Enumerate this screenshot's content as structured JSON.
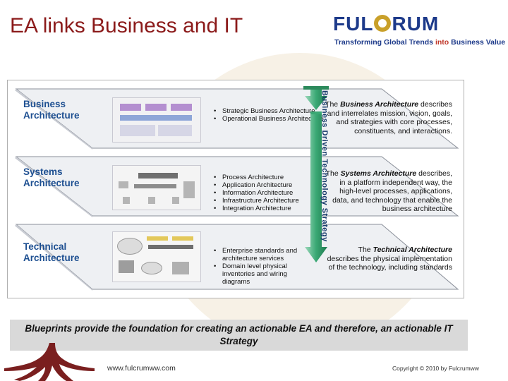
{
  "title": "EA links Business and IT",
  "logo": {
    "word_left": "FUL",
    "word_right": "RUM",
    "tagline_main": "Transforming Global Trends",
    "tagline_accent": " into ",
    "tagline_end": "Business Value"
  },
  "layers": [
    {
      "label_line1": "Business",
      "label_line2": "Architecture",
      "bullets": [
        "Strategic Business Architecture",
        "Operational Business Architecture"
      ],
      "desc_pre": "The ",
      "desc_bold": "Business Architecture",
      "desc_post": " describes and interrelates mission, vision, goals, and strategies with core processes, constituents, and interactions."
    },
    {
      "label_line1": "Systems",
      "label_line2": "Architecture",
      "bullets": [
        "Process Architecture",
        "Application Architecture",
        "Information Architecture",
        "Infrastructure Architecture",
        "Integration Architecture"
      ],
      "desc_pre": "The ",
      "desc_bold": "Systems Architecture",
      "desc_post": " describes, in a platform independent way, the high-level processes, applications, data, and technology that enable the business architecture"
    },
    {
      "label_line1": "Technical",
      "label_line2": "Architecture",
      "bullets": [
        "Enterprise standards and architecture services",
        "Domain level physical inventories and wiring diagrams"
      ],
      "desc_pre": "The ",
      "desc_bold": "Technical Architecture",
      "desc_post": " describes the physical implementation of the technology, including standards"
    }
  ],
  "arrow_label": "Business Driven Technology Strategy",
  "bottom_banner": "Blueprints provide the foundation for creating an actionable EA and therefore, an actionable IT Strategy",
  "footer": {
    "url": "www.fulcrumww.com",
    "copyright": "Copyright © 2010 by Fulcrumww"
  },
  "colors": {
    "title": "#8b1a1a",
    "brand_blue": "#1d3a8a",
    "label_blue": "#1d4f91",
    "arrow_green": "#2e9e6a",
    "tree": "#7a1f1f"
  },
  "icons": [
    "fulcrum-logo-mark",
    "down-arrow-icon",
    "tree-roots-icon"
  ]
}
